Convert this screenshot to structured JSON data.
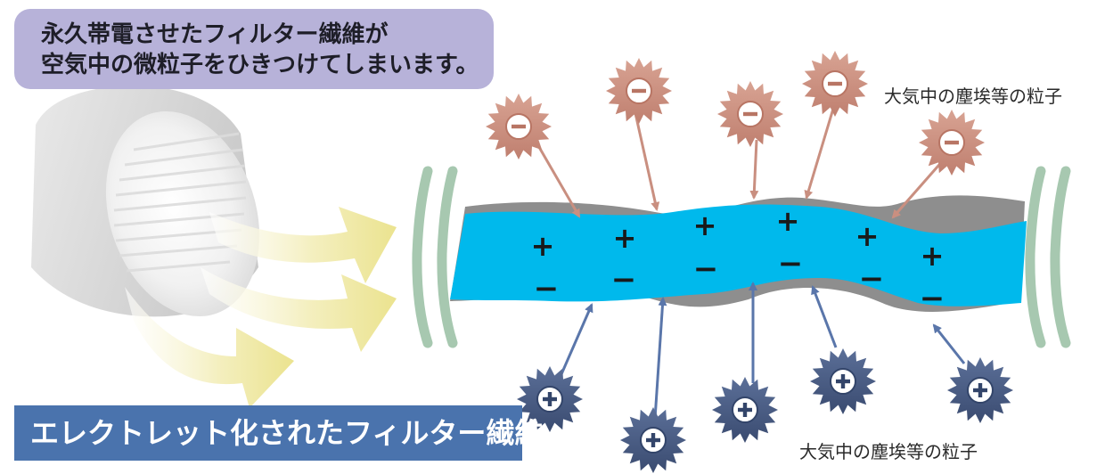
{
  "callout": {
    "line1": "永久帯電させたフィルター繊維が",
    "line2": "空気中の微粒子をひきつけてしまいます。"
  },
  "banner_label": "エレクトレット化されたフィルター繊維",
  "labels": {
    "particles_top": "大気中の塵埃等の粒子",
    "particles_bottom": "大気中の塵埃等の粒子"
  },
  "symbols": {
    "plus": "+",
    "minus": "−"
  },
  "colors": {
    "fiber": "#00b9ec",
    "fiber_shadow": "#8e8e8e",
    "negative_particle": "#c98f80",
    "positive_particle": "#43577f",
    "arrow_negative": "#c98f80",
    "arrow_positive": "#5a76aa",
    "airflow": "#ece49a",
    "break_marks": "#a7c8b0",
    "callout": "#b7b2d9",
    "banner": "#4a73ad"
  }
}
